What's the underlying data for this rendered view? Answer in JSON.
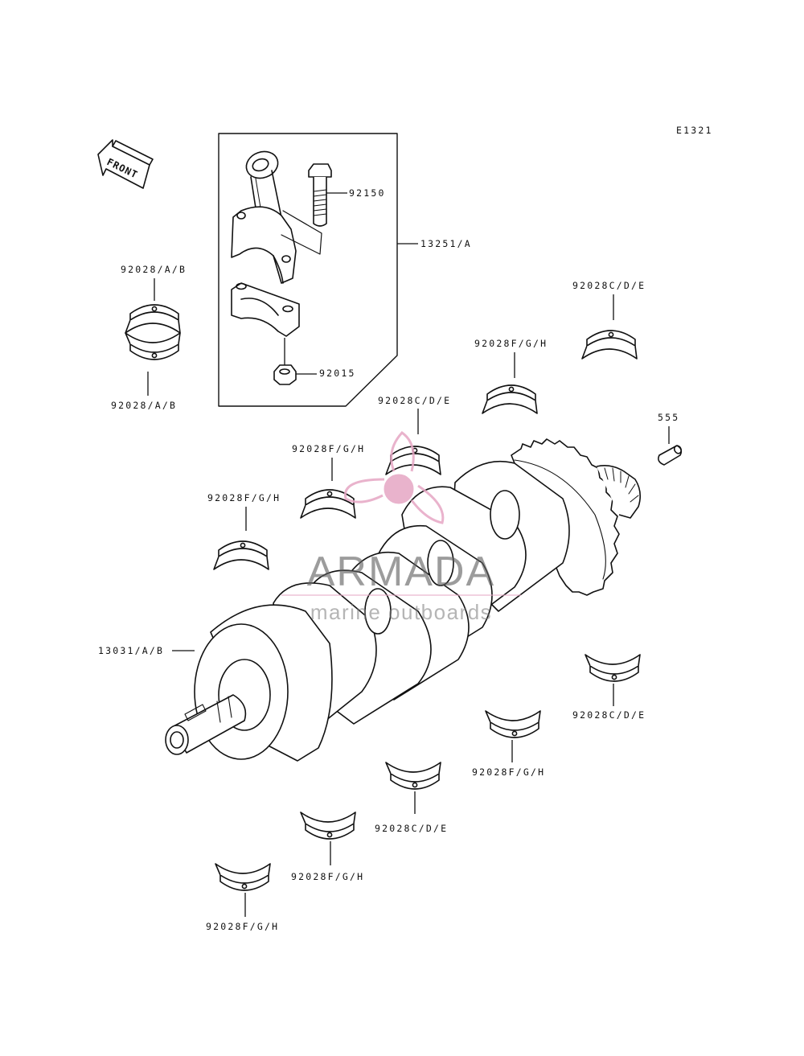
{
  "diagram": {
    "code": "E1321",
    "front_label": "FRONT",
    "labels": {
      "p92150": "92150",
      "p13251": "13251/A",
      "p92015": "92015",
      "p92028ab_top": "92028/A/B",
      "p92028ab_bottom": "92028/A/B",
      "p92028cde_1": "92028C/D/E",
      "p92028fgh_1": "92028F/G/H",
      "p92028cde_2": "92028C/D/E",
      "p92028fgh_2": "92028F/G/H",
      "p92028fgh_3": "92028F/G/H",
      "p555": "555",
      "p13031": "13031/A/B",
      "p92028cde_3": "92028C/D/E",
      "p92028fgh_4": "92028F/G/H",
      "p92028cde_4": "92028C/D/E",
      "p92028fgh_5": "92028F/G/H",
      "p92028fgh_6": "92028F/G/H"
    }
  },
  "watermark": {
    "title": "ARMADA",
    "subtitle": "marine outboards",
    "logo_color": "#e6a6c4",
    "text_color": "#5f5f5f"
  }
}
